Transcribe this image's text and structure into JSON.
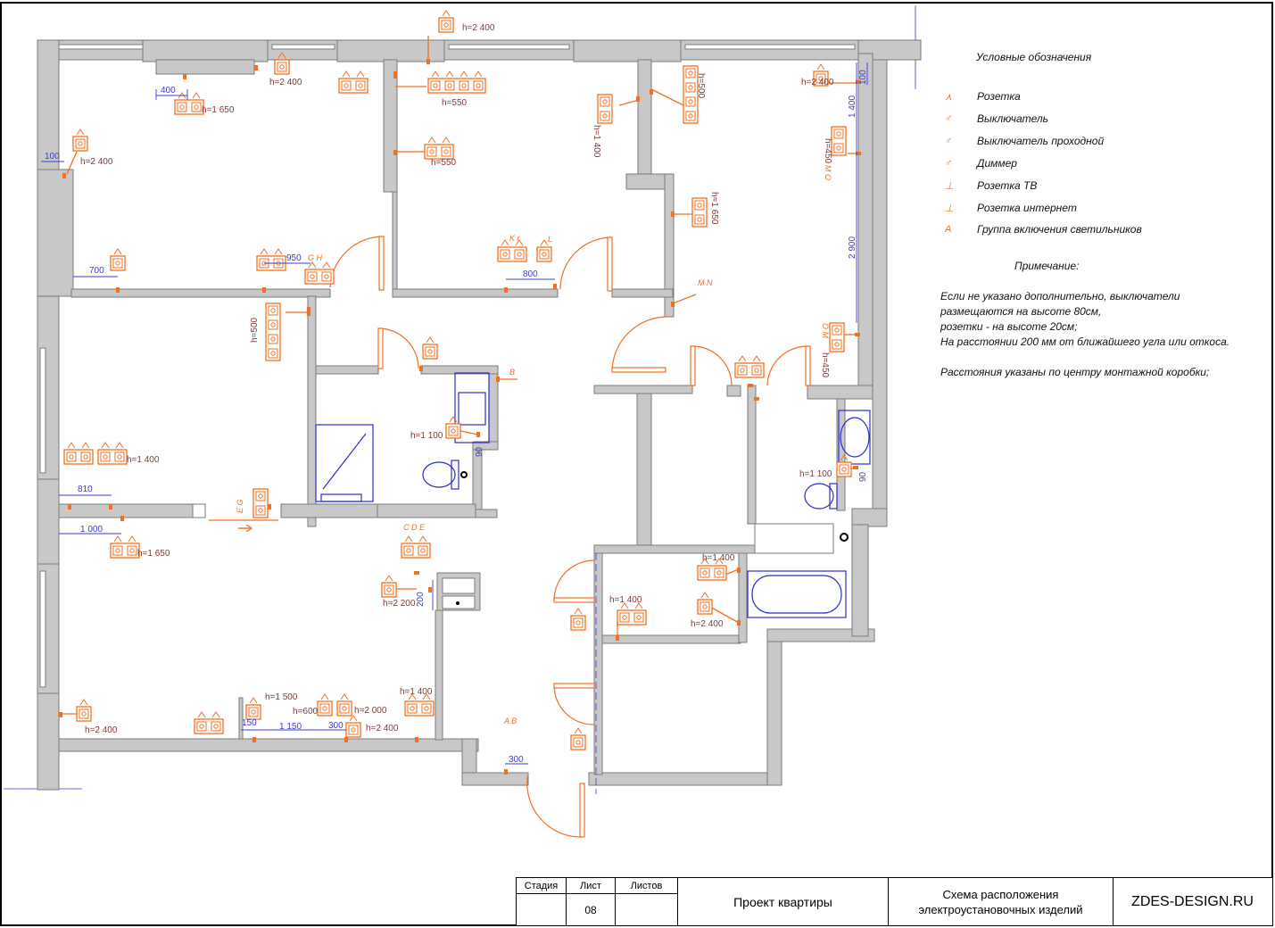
{
  "legend": {
    "title": "Условные обозначения",
    "items": [
      {
        "symbol": "socket-icon",
        "label": "Розетка"
      },
      {
        "symbol": "switch-icon",
        "label": "Выключатель"
      },
      {
        "symbol": "pass-switch-icon",
        "label": "Выключатель проходной"
      },
      {
        "symbol": "dimmer-icon",
        "label": "Диммер"
      },
      {
        "symbol": "tv-socket-icon",
        "label": "Розетка ТВ"
      },
      {
        "symbol": "internet-socket-icon",
        "label": "Розетка интернет"
      },
      {
        "symbol": "light-group-icon",
        "label": "Группа включения светильников",
        "glyph": "A"
      }
    ]
  },
  "note": {
    "title": "Примечание:",
    "lines": [
      "Если не указано дополнительно, выключатели",
      "размещаются  на высоте 80см,",
      "розетки - на высоте 20см;",
      "На расстоянии 200 мм от ближайшего угла или откоса.",
      "",
      "Расстояния указаны по центру монтажной коробки;"
    ]
  },
  "title_block": {
    "stage_label": "Стадия",
    "sheet_label": "Лист",
    "sheets_label": "Листов",
    "stage_value": "",
    "sheet_value": "08",
    "sheets_value": "",
    "project": "Проект квартиры",
    "drawing_title_1": "Схема расположения",
    "drawing_title_2": "электроустановочных изделий",
    "company": "ZDES-DESIGN.RU"
  },
  "plan": {
    "heights": {
      "h2400_top": "h=2 400",
      "h1650_top": "h=1 650",
      "h2400_left": "h=2 400",
      "h550_a": "h=550",
      "h550_b": "h=550",
      "h1400_v": "h=1 400",
      "h500_v": "h=500",
      "h2400_right": "h=2 400",
      "h450_a": "h=450",
      "h1650_v": "h=1 650",
      "h500_b": "h=500",
      "h450_b": "h=450",
      "h1100_bath": "h=1 100",
      "h1100_wc": "h=1 100",
      "h1400_a": "h=1 400",
      "h1650_b": "h=1 650",
      "h2200": "h=2 200",
      "h1400_c": "h=1 400",
      "h2400_d": "h=2 400",
      "h1400_e": "h=1 400",
      "h2400_e": "h=2 400",
      "h1500": "h=1 500",
      "h600": "h=600",
      "h2000": "h=2 000",
      "h2400_f": "h=2 400",
      "h1400_f": "h=1 400",
      "h2400_g": "h=2 400"
    },
    "dims": {
      "d400": "400",
      "d100": "100",
      "d700": "700",
      "d950": "950",
      "d800": "800",
      "d810": "810",
      "d1000": "1 000",
      "d200": "200",
      "d150": "150",
      "d1150": "1 150",
      "d300a": "300",
      "d300b": "300",
      "d1400r": "1 400",
      "d100r": "100",
      "d2900": "2 900",
      "d90a": "90",
      "d90b": "90"
    },
    "letters": {
      "gh": "G H",
      "kr": "K r",
      "l": "L",
      "mn": "M  N",
      "b": "B",
      "eg": "E G",
      "cde": "C D E",
      "ab": "A B",
      "m_o": "M O",
      "o_m": "O M"
    }
  }
}
